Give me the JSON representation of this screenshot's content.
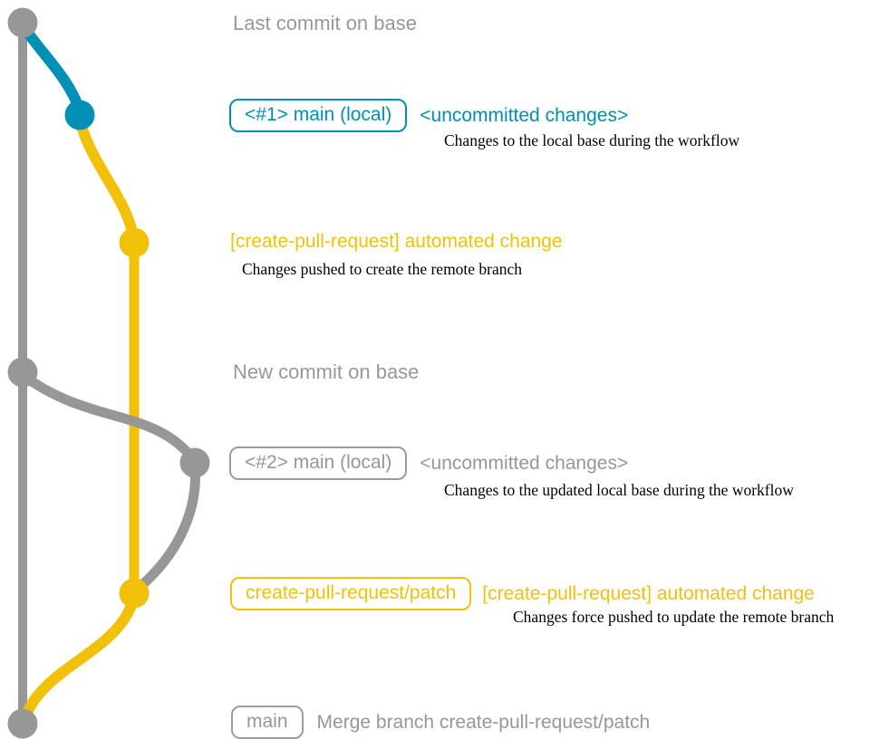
{
  "colors": {
    "base_gray": "#979797",
    "local_main_blue": "#008fb5",
    "patch_yellow": "#f1c109",
    "caption_black": "#000000"
  },
  "graph": {
    "branches": [
      {
        "name": "base",
        "color": "#979797"
      },
      {
        "name": "main (local)",
        "color": "#008fb5"
      },
      {
        "name": "create-pull-request/patch",
        "color": "#f1c109"
      }
    ],
    "commit_count": 7
  },
  "rows": {
    "last_commit": {
      "label": "Last commit on base"
    },
    "local1": {
      "badge": "<#1> main (local)",
      "tag": "<uncommitted changes>",
      "caption": "Changes to the local base during the workflow"
    },
    "patch1": {
      "message": "[create-pull-request] automated change",
      "caption": "Changes pushed to create the remote branch"
    },
    "new_commit": {
      "label": "New commit on base"
    },
    "local2": {
      "badge": "<#2> main (local)",
      "tag": "<uncommitted changes>",
      "caption": "Changes to the updated local base during the workflow"
    },
    "patch2": {
      "badge": "create-pull-request/patch",
      "message": "[create-pull-request] automated change",
      "caption": "Changes force pushed to update the remote branch"
    },
    "merge": {
      "badge": "main",
      "message": "Merge branch create-pull-request/patch"
    }
  }
}
